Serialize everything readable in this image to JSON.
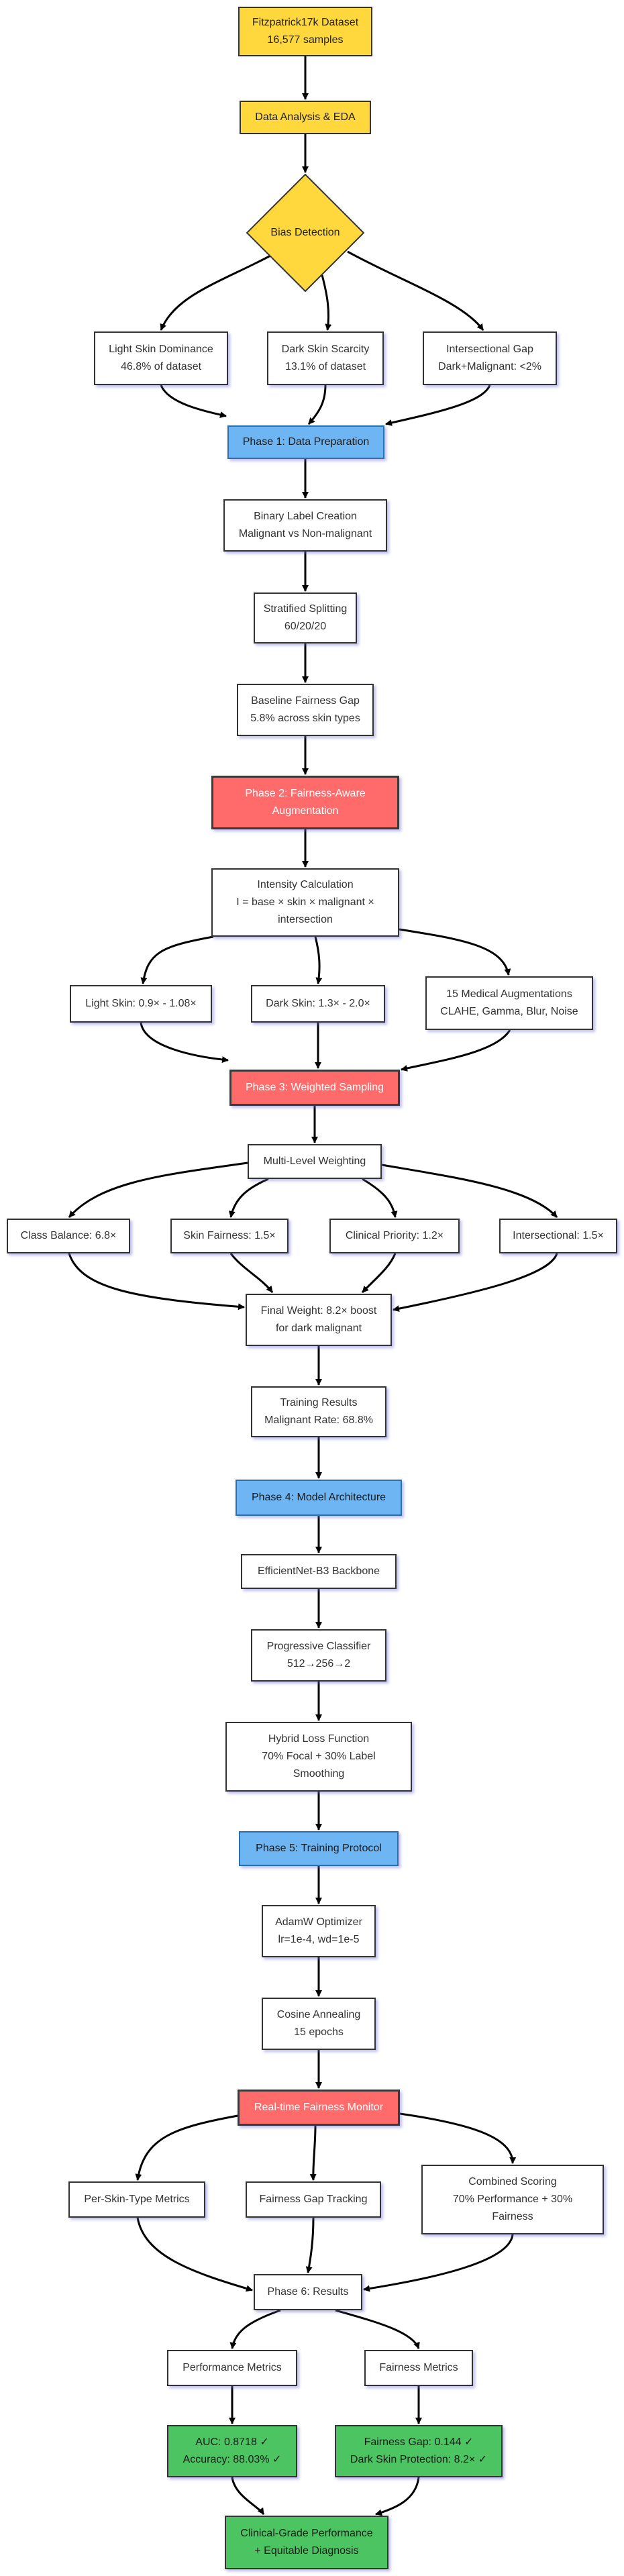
{
  "colors": {
    "start": "#ffd83d",
    "phase": "#6db6f3",
    "highlight": "#ff6b6b",
    "result": "#4cc462",
    "default": "#ffffff",
    "edge": "#000000"
  },
  "nodes": {
    "dataset": {
      "lines": [
        "Fitzpatrick17k Dataset",
        "16,577 samples"
      ]
    },
    "eda": {
      "lines": [
        "Data Analysis & EDA"
      ]
    },
    "bias_detection": {
      "lines": [
        "Bias Detection"
      ]
    },
    "light_dominance": {
      "lines": [
        "Light Skin Dominance",
        "46.8% of dataset"
      ]
    },
    "dark_scarcity": {
      "lines": [
        "Dark Skin Scarcity",
        "13.1% of dataset"
      ]
    },
    "intersectional_gap": {
      "lines": [
        "Intersectional Gap",
        "Dark+Malignant: <2%"
      ]
    },
    "phase1": {
      "lines": [
        "Phase 1: Data Preparation"
      ]
    },
    "binary_label": {
      "lines": [
        "Binary Label Creation",
        "Malignant vs Non-malignant"
      ]
    },
    "stratified": {
      "lines": [
        "Stratified Splitting",
        "60/20/20"
      ]
    },
    "baseline_gap": {
      "lines": [
        "Baseline Fairness Gap",
        "5.8% across skin types"
      ]
    },
    "phase2": {
      "lines": [
        "Phase 2: Fairness-Aware",
        "Augmentation"
      ]
    },
    "intensity": {
      "lines": [
        "Intensity Calculation",
        "I = base × skin × malignant ×",
        "intersection"
      ]
    },
    "light_skin": {
      "lines": [
        "Light Skin: 0.9× - 1.08×"
      ]
    },
    "dark_skin": {
      "lines": [
        "Dark Skin: 1.3× - 2.0×"
      ]
    },
    "augmentations": {
      "lines": [
        "15 Medical Augmentations",
        "CLAHE, Gamma, Blur, Noise"
      ]
    },
    "phase3": {
      "lines": [
        "Phase 3: Weighted Sampling"
      ]
    },
    "multilevel": {
      "lines": [
        "Multi-Level Weighting"
      ]
    },
    "class_balance": {
      "lines": [
        "Class Balance: 6.8×"
      ]
    },
    "skin_fairness": {
      "lines": [
        "Skin Fairness: 1.5×"
      ]
    },
    "clinical_priority": {
      "lines": [
        "Clinical Priority: 1.2×"
      ]
    },
    "intersectional_w": {
      "lines": [
        "Intersectional: 1.5×"
      ]
    },
    "final_weight": {
      "lines": [
        "Final Weight: 8.2× boost",
        "for dark malignant"
      ]
    },
    "training_results": {
      "lines": [
        "Training Results",
        "Malignant Rate: 68.8%"
      ]
    },
    "phase4": {
      "lines": [
        "Phase 4: Model Architecture"
      ]
    },
    "backbone": {
      "lines": [
        "EfficientNet-B3 Backbone"
      ]
    },
    "progressive": {
      "lines": [
        "Progressive Classifier",
        "512→256→2"
      ]
    },
    "hybrid_loss": {
      "lines": [
        "Hybrid Loss Function",
        "70% Focal + 30% Label",
        "Smoothing"
      ]
    },
    "phase5": {
      "lines": [
        "Phase 5: Training Protocol"
      ]
    },
    "adamw": {
      "lines": [
        "AdamW Optimizer",
        "lr=1e-4, wd=1e-5"
      ]
    },
    "cosine": {
      "lines": [
        "Cosine Annealing",
        "15 epochs"
      ]
    },
    "monitor": {
      "lines": [
        "Real-time Fairness Monitor"
      ]
    },
    "per_skin": {
      "lines": [
        "Per-Skin-Type Metrics"
      ]
    },
    "gap_tracking": {
      "lines": [
        "Fairness Gap Tracking"
      ]
    },
    "combined": {
      "lines": [
        "Combined Scoring",
        "70% Performance + 30%",
        "Fairness"
      ]
    },
    "phase6": {
      "lines": [
        "Phase 6: Results"
      ]
    },
    "perf_metrics": {
      "lines": [
        "Performance Metrics"
      ]
    },
    "fair_metrics": {
      "lines": [
        "Fairness Metrics"
      ]
    },
    "auc": {
      "lines": [
        "AUC: 0.8718 ✓",
        "Accuracy: 88.03% ✓"
      ]
    },
    "fair_gap": {
      "lines": [
        "Fairness Gap: 0.144 ✓",
        "Dark Skin Protection: 8.2× ✓"
      ]
    },
    "final": {
      "lines": [
        "Clinical-Grade Performance",
        "+ Equitable Diagnosis"
      ]
    }
  }
}
